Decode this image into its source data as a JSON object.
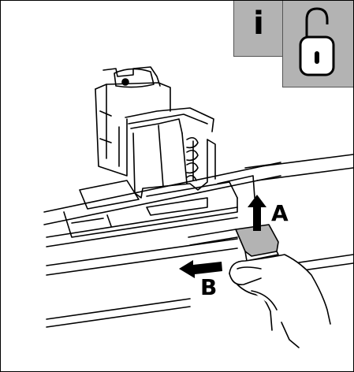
{
  "badges": {
    "info_glyph": "i",
    "info_icon": "info-icon",
    "lock_icon": "unlocked-padlock-icon",
    "background": "#b3b3b3"
  },
  "callouts": {
    "a": "A",
    "b": "B"
  },
  "colors": {
    "line": "#000000",
    "background": "#ffffff"
  }
}
